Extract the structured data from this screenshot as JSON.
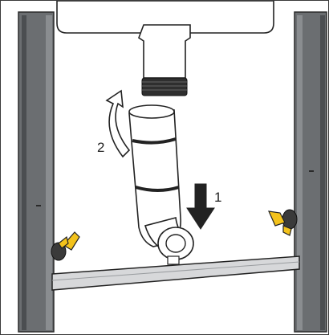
{
  "colors": {
    "post_frame": "#6b6e71",
    "post_frame_dark": "#4b4e51",
    "post_frame_light": "#9a9da0",
    "pipe_fill": "#ffffff",
    "pipe_outline": "#222222",
    "seal_ring": "#2f2f2f",
    "cross_bar": "#d7d8da",
    "clip_yellow": "#f3c21b",
    "arrow": "#222222"
  },
  "steps": [
    {
      "number": "1",
      "action": "push-down-arrow"
    },
    {
      "number": "2",
      "action": "rotate-arrow"
    }
  ]
}
